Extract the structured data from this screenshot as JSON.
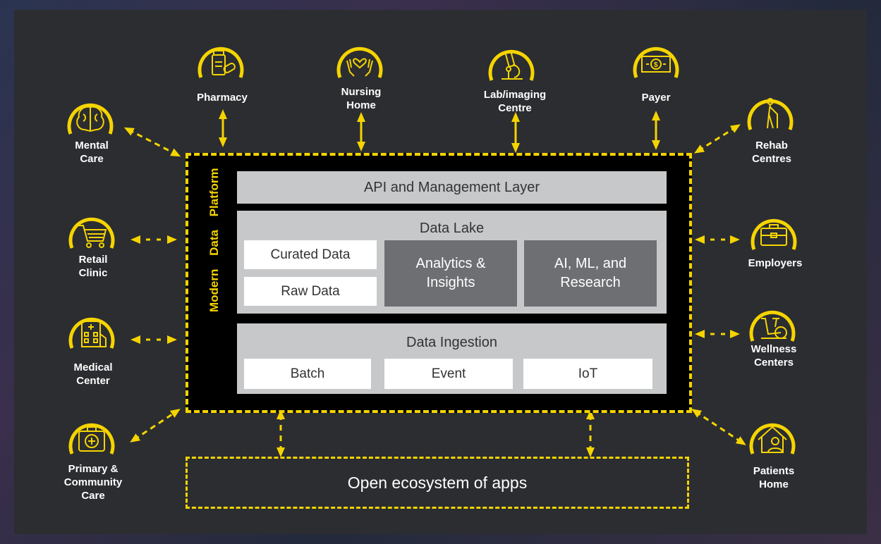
{
  "colors": {
    "accent": "#f5d400",
    "background": "#2b2d31",
    "platform_bg": "#000000",
    "band_grey": "#c7c8ca",
    "box_dark": "#6e6f73"
  },
  "platform": {
    "vertical_label": "Modern Data Platform",
    "api_layer": "API and Management Layer",
    "data_lake": {
      "title": "Data Lake",
      "curated": "Curated Data",
      "raw": "Raw Data",
      "analytics": "Analytics &\nInsights",
      "ai": "AI, ML, and\nResearch"
    },
    "ingestion": {
      "title": "Data Ingestion",
      "batch": "Batch",
      "event": "Event",
      "iot": "IoT"
    }
  },
  "ecosystem": "Open ecosystem of apps",
  "nodes": {
    "pharmacy": {
      "label": "Pharmacy",
      "icon": "pill-bottle-icon"
    },
    "nursing_home": {
      "label": "Nursing\nHome",
      "icon": "caring-hands-icon"
    },
    "lab": {
      "label": "Lab/imaging\nCentre",
      "icon": "microscope-icon"
    },
    "payer": {
      "label": "Payer",
      "icon": "money-icon"
    },
    "mental_care": {
      "label": "Mental\nCare",
      "icon": "brain-icon"
    },
    "rehab": {
      "label": "Rehab\nCentres",
      "icon": "elderly-walker-icon"
    },
    "retail_clinic": {
      "label": "Retail\nClinic",
      "icon": "shopping-cart-icon"
    },
    "employers": {
      "label": "Employers",
      "icon": "briefcase-icon"
    },
    "medical_center": {
      "label": "Medical\nCenter",
      "icon": "hospital-building-icon"
    },
    "wellness": {
      "label": "Wellness\nCenters",
      "icon": "exercise-bike-icon"
    },
    "primary_care": {
      "label": "Primary &\nCommunity\nCare",
      "icon": "medical-kit-icon"
    },
    "patients_home": {
      "label": "Patients\nHome",
      "icon": "house-person-icon"
    }
  }
}
